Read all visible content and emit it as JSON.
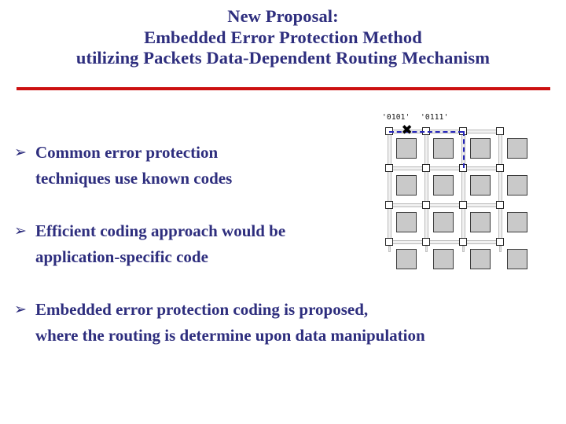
{
  "slide": {
    "title_lines": [
      "New Proposal:",
      "Embedded Error Protection Method",
      "utilizing Packets Data-Dependent Routing Mechanism"
    ],
    "title_color": "#2e2e7e",
    "rule_color": "#cc1111",
    "background_color": "#ffffff"
  },
  "bullets": [
    {
      "glyph": "➢",
      "glyph_name": "arrowhead-bullet",
      "lines": [
        "Common error protection",
        "techniques use known codes"
      ]
    },
    {
      "glyph": "➢",
      "glyph_name": "arrowhead-bullet",
      "lines": [
        "Efficient coding approach would be",
        "application-specific code"
      ]
    },
    {
      "glyph": "➢",
      "glyph_name": "arrowhead-bullet",
      "lines": [
        "Embedded error protection coding is proposed,",
        "where the routing is determine upon data manipulation"
      ]
    }
  ],
  "diagram": {
    "kind": "noc-mesh-routing",
    "grid_rows": 4,
    "grid_cols": 4,
    "labels": {
      "source": "'0101'",
      "destination": "'0111'"
    },
    "colors": {
      "tile_fill": "#c9c9c9",
      "tile_border": "#3a3a3a",
      "router_fill": "#ffffff",
      "router_border": "#262626",
      "link": "#b9b9b9",
      "route": "#2626bb",
      "fault": "#000000"
    },
    "route": {
      "style": "dashed",
      "fault_marker": "✖",
      "segments": [
        {
          "dir": "horizontal",
          "from": [
            0,
            0
          ],
          "to": [
            0,
            2
          ]
        },
        {
          "dir": "vertical",
          "from": [
            0,
            2
          ],
          "to": [
            1,
            2
          ]
        }
      ]
    }
  }
}
